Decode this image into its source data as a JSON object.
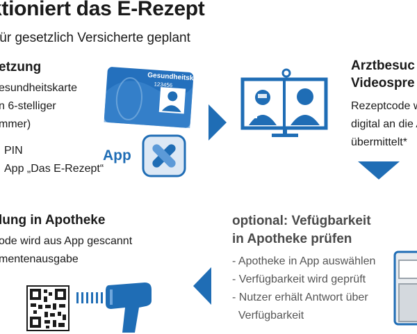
{
  "title": "ktioniert das E-Rezept",
  "subtitle": "für gesetzlich Versicherte geplant",
  "step1": {
    "heading": "etzung",
    "lines": [
      "esundheitskarte",
      "n 6-stelliger",
      "mmer)"
    ],
    "pin": "PIN",
    "app_line": "App „Das E-Rezept“",
    "app_label": "App"
  },
  "card": {
    "label": "Gesundheitskarte",
    "number": "123456"
  },
  "step2": {
    "heading1": "Arztbesuc",
    "heading2": "Videospre",
    "lines": [
      "Rezeptcode w",
      "digital an die A",
      "übermittelt*"
    ]
  },
  "step3": {
    "heading1": "optional: Vefügbarkeit",
    "heading2": "in Apotheke prüfen",
    "items": [
      "- Apotheke in App auswählen",
      "- Verfügbarkeit wird geprüft",
      "- Nutzer erhält Antwort über",
      "  Verfügbarkeit"
    ]
  },
  "step4": {
    "heading": "lung in Apotheke",
    "lines": [
      "ode wird aus App gescannt",
      "mentenausgabe"
    ]
  },
  "colors": {
    "blue": "#1f6db5",
    "light_blue": "#dce8f5",
    "grey_text": "#555555"
  },
  "icons": [
    "health-card-icon",
    "app-logo-icon",
    "video-call-icon",
    "qr-code-icon",
    "barcode-scanner-icon",
    "pharmacy-shelf-icon",
    "flow-arrow-icon"
  ]
}
